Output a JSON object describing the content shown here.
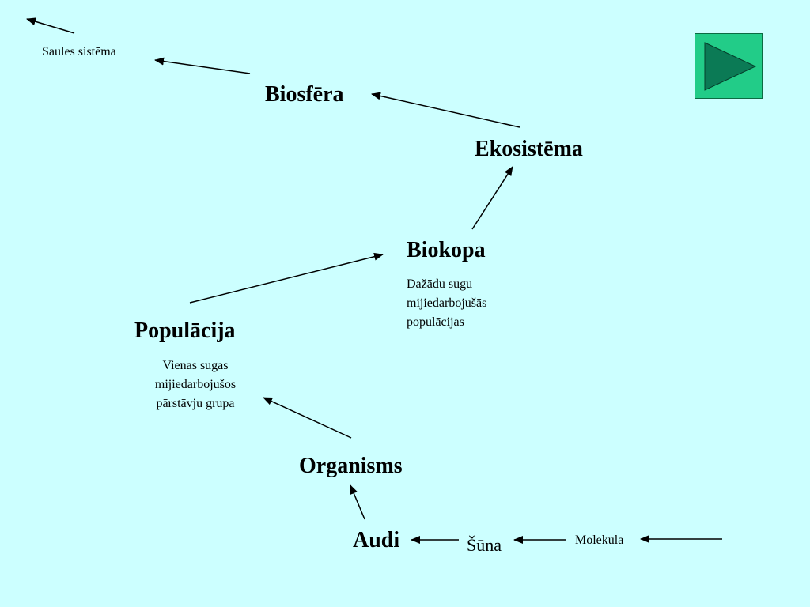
{
  "colors": {
    "background": "#ccffff",
    "arrow": "#000000",
    "button_fill": "#22cc88",
    "play_icon_fill": "#0b7a55"
  },
  "nodes": {
    "saules_sistema": "Saules  sistēma",
    "biosfera": "Biosfēra",
    "ekosistema": "Ekosistēma",
    "biokopa": "Biokopa",
    "biokopa_desc": [
      "Dažādu sugu",
      "mijiedarbojušās",
      "populācijas"
    ],
    "populacija": "Populācija",
    "populacija_desc": [
      "Vienas sugas",
      "mijiedarbojušos",
      "pārstāvju grupa"
    ],
    "organisms": "Organisms",
    "audi": "Audi",
    "suna": "Šūna",
    "molekula": "Molekula"
  },
  "controls": {
    "next_icon": "play-triangle-icon"
  }
}
